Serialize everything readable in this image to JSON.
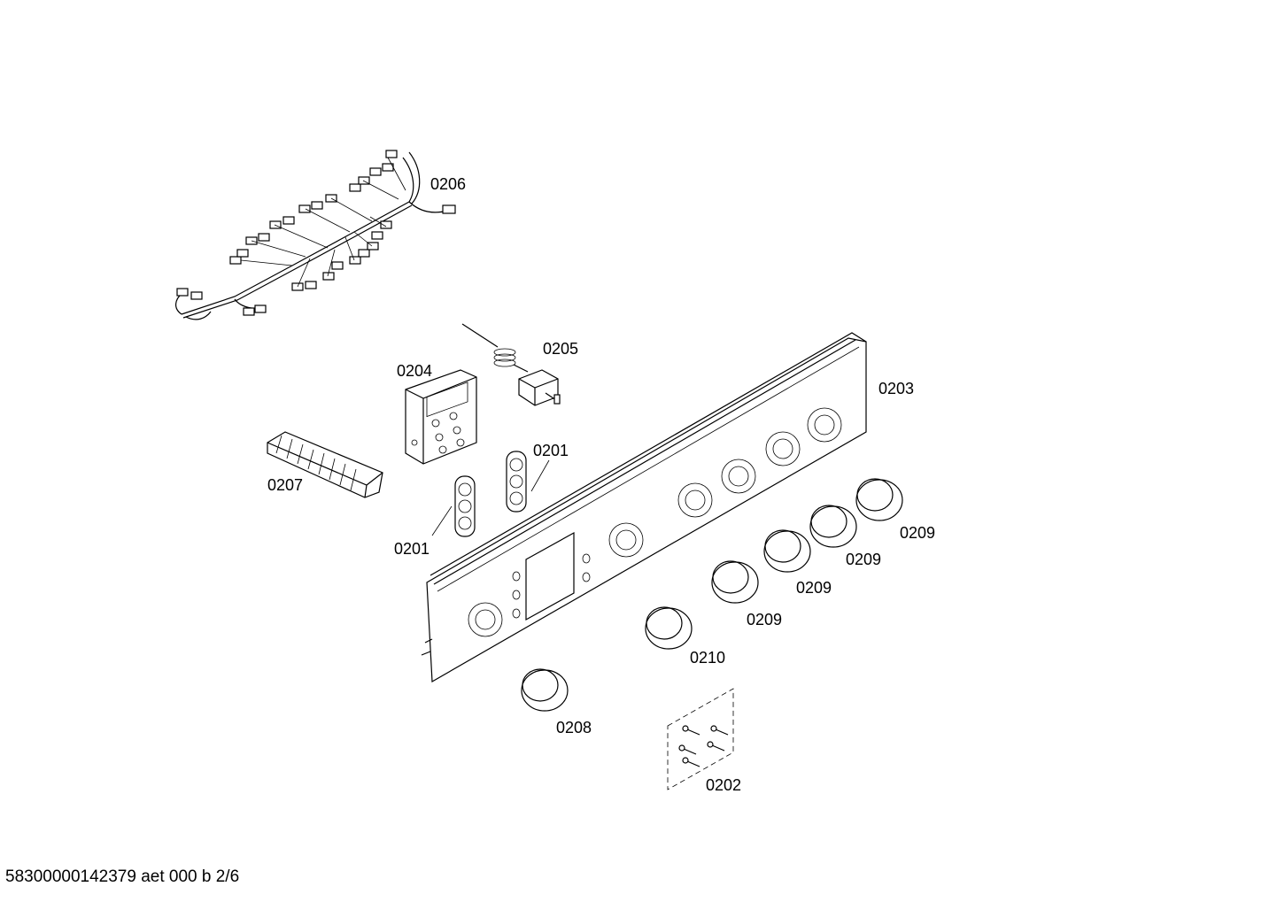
{
  "labels": {
    "p0206": "0206",
    "p0205": "0205",
    "p0204": "0204",
    "p0203": "0203",
    "p0207": "0207",
    "p0201a": "0201",
    "p0201b": "0201",
    "p0209a": "0209",
    "p0209b": "0209",
    "p0209c": "0209",
    "p0209d": "0209",
    "p0210": "0210",
    "p0208": "0208",
    "p0202": "0202"
  },
  "footer": "58300000142379 aet 000 b 2/6"
}
